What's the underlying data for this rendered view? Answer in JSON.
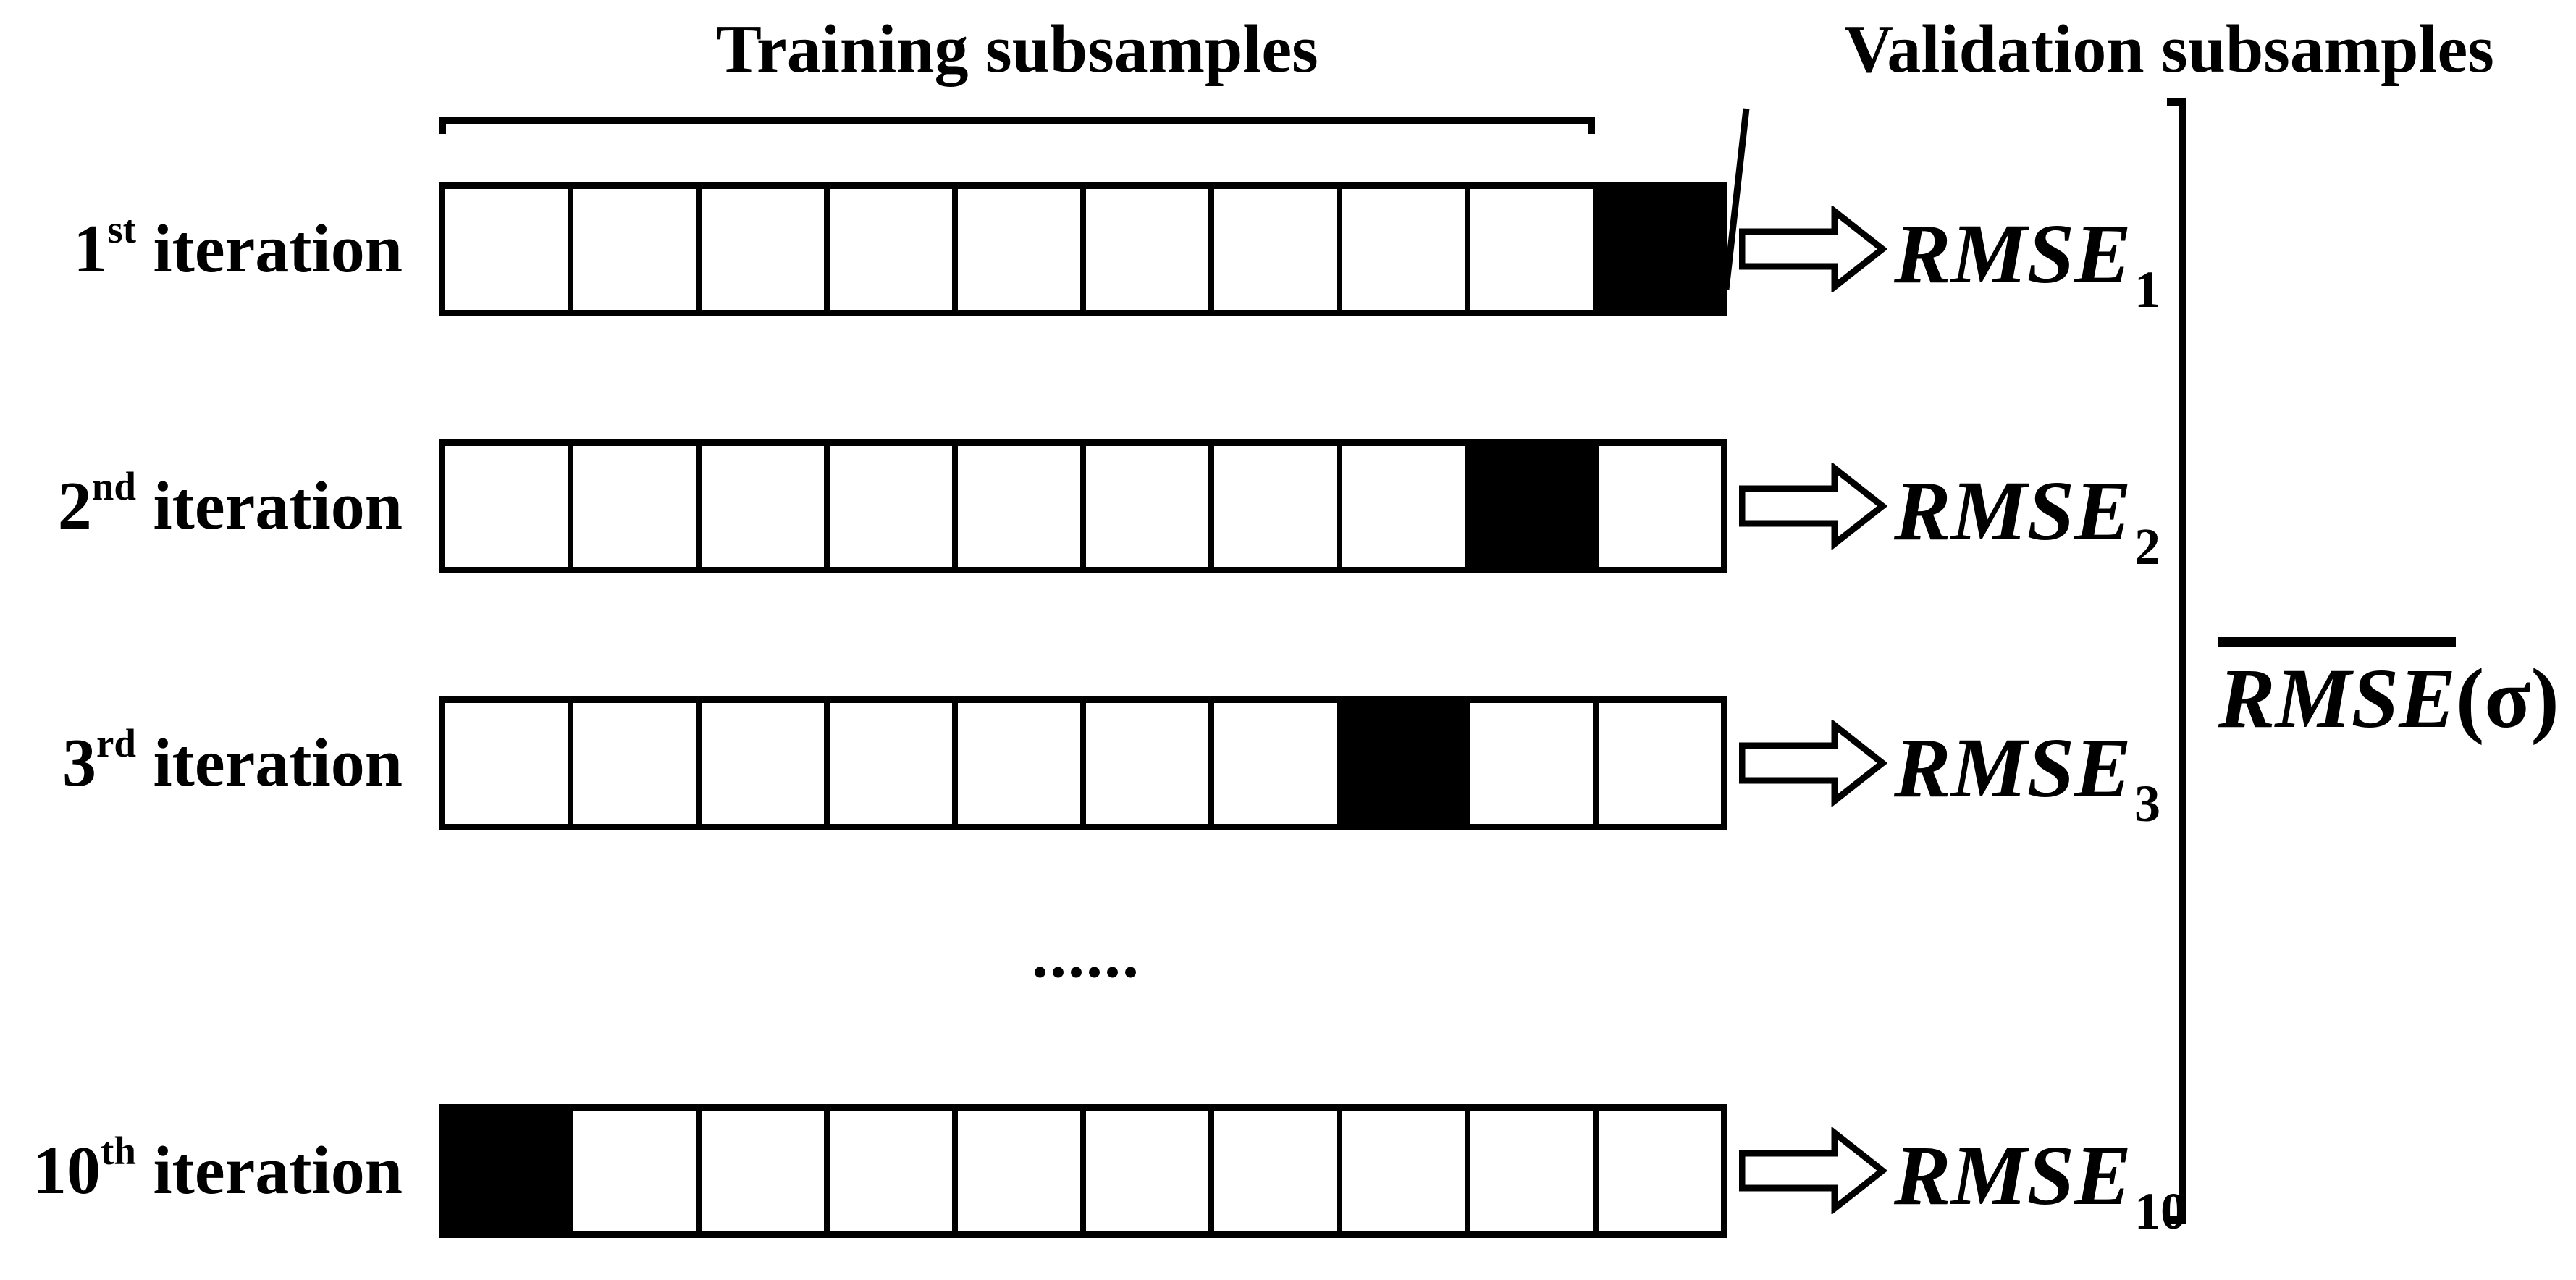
{
  "figure": {
    "title_training": "Training subsamples",
    "title_validation": "Validation subsamples",
    "dots": "......",
    "aggregate": {
      "base": "RMSE",
      "sigma": "(σ)"
    },
    "colors": {
      "foreground": "#000000",
      "background": "#ffffff",
      "validation_fill": "#000000",
      "training_fill": "#ffffff"
    },
    "n_cells_per_row": 10,
    "rows": [
      {
        "label_number": "1",
        "label_ordinal": "st",
        "label_text": "iteration",
        "validation_cell_index": 9,
        "rmse_base": "RMSE",
        "rmse_subscript": "1"
      },
      {
        "label_number": "2",
        "label_ordinal": "nd",
        "label_text": "iteration",
        "validation_cell_index": 8,
        "rmse_base": "RMSE",
        "rmse_subscript": "2"
      },
      {
        "label_number": "3",
        "label_ordinal": "rd",
        "label_text": "iteration",
        "validation_cell_index": 7,
        "rmse_base": "RMSE",
        "rmse_subscript": "3"
      },
      {
        "label_number": "10",
        "label_ordinal": "th",
        "label_text": "iteration",
        "validation_cell_index": 0,
        "rmse_base": "RMSE",
        "rmse_subscript": "10"
      }
    ]
  }
}
